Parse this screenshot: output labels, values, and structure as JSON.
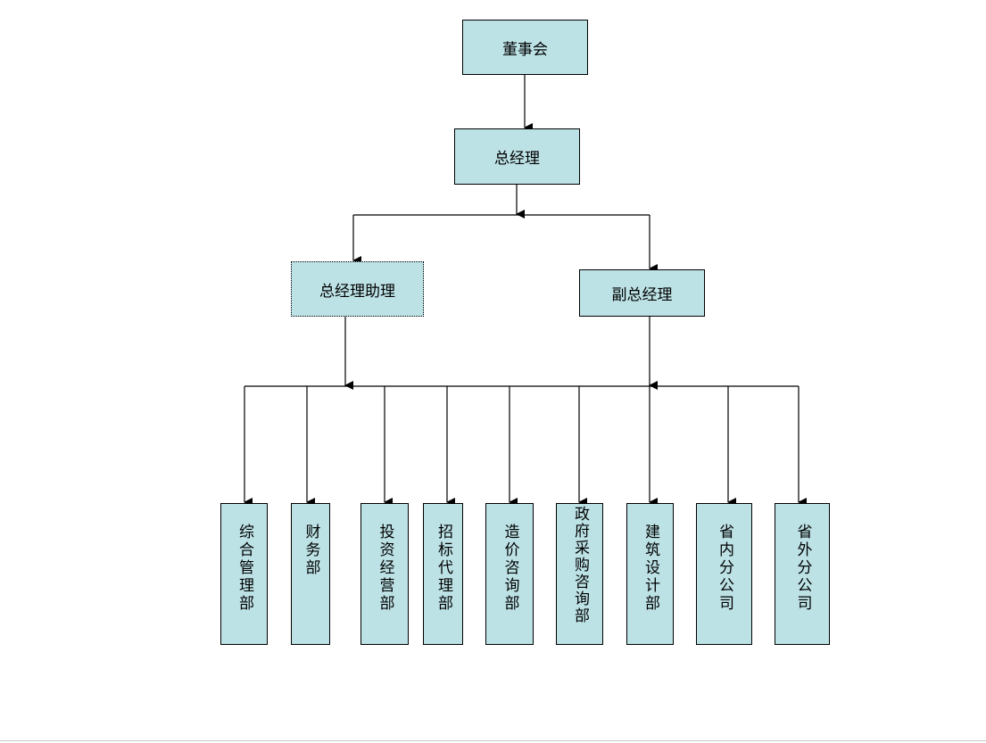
{
  "org_chart": {
    "board": "董事会",
    "general_manager": "总经理",
    "gm_assistant": "总经理助理",
    "deputy_gm": "副总经理",
    "departments": [
      "综合管理部",
      "财务部",
      "投资经营部",
      "招标代理部",
      "造价咨询部",
      "政府采购咨询部",
      "建筑设计部",
      "省内分公司",
      "省外分公司"
    ]
  },
  "colors": {
    "box_fill": "#bde2e6",
    "box_border": "#000000",
    "connector": "#000000"
  }
}
